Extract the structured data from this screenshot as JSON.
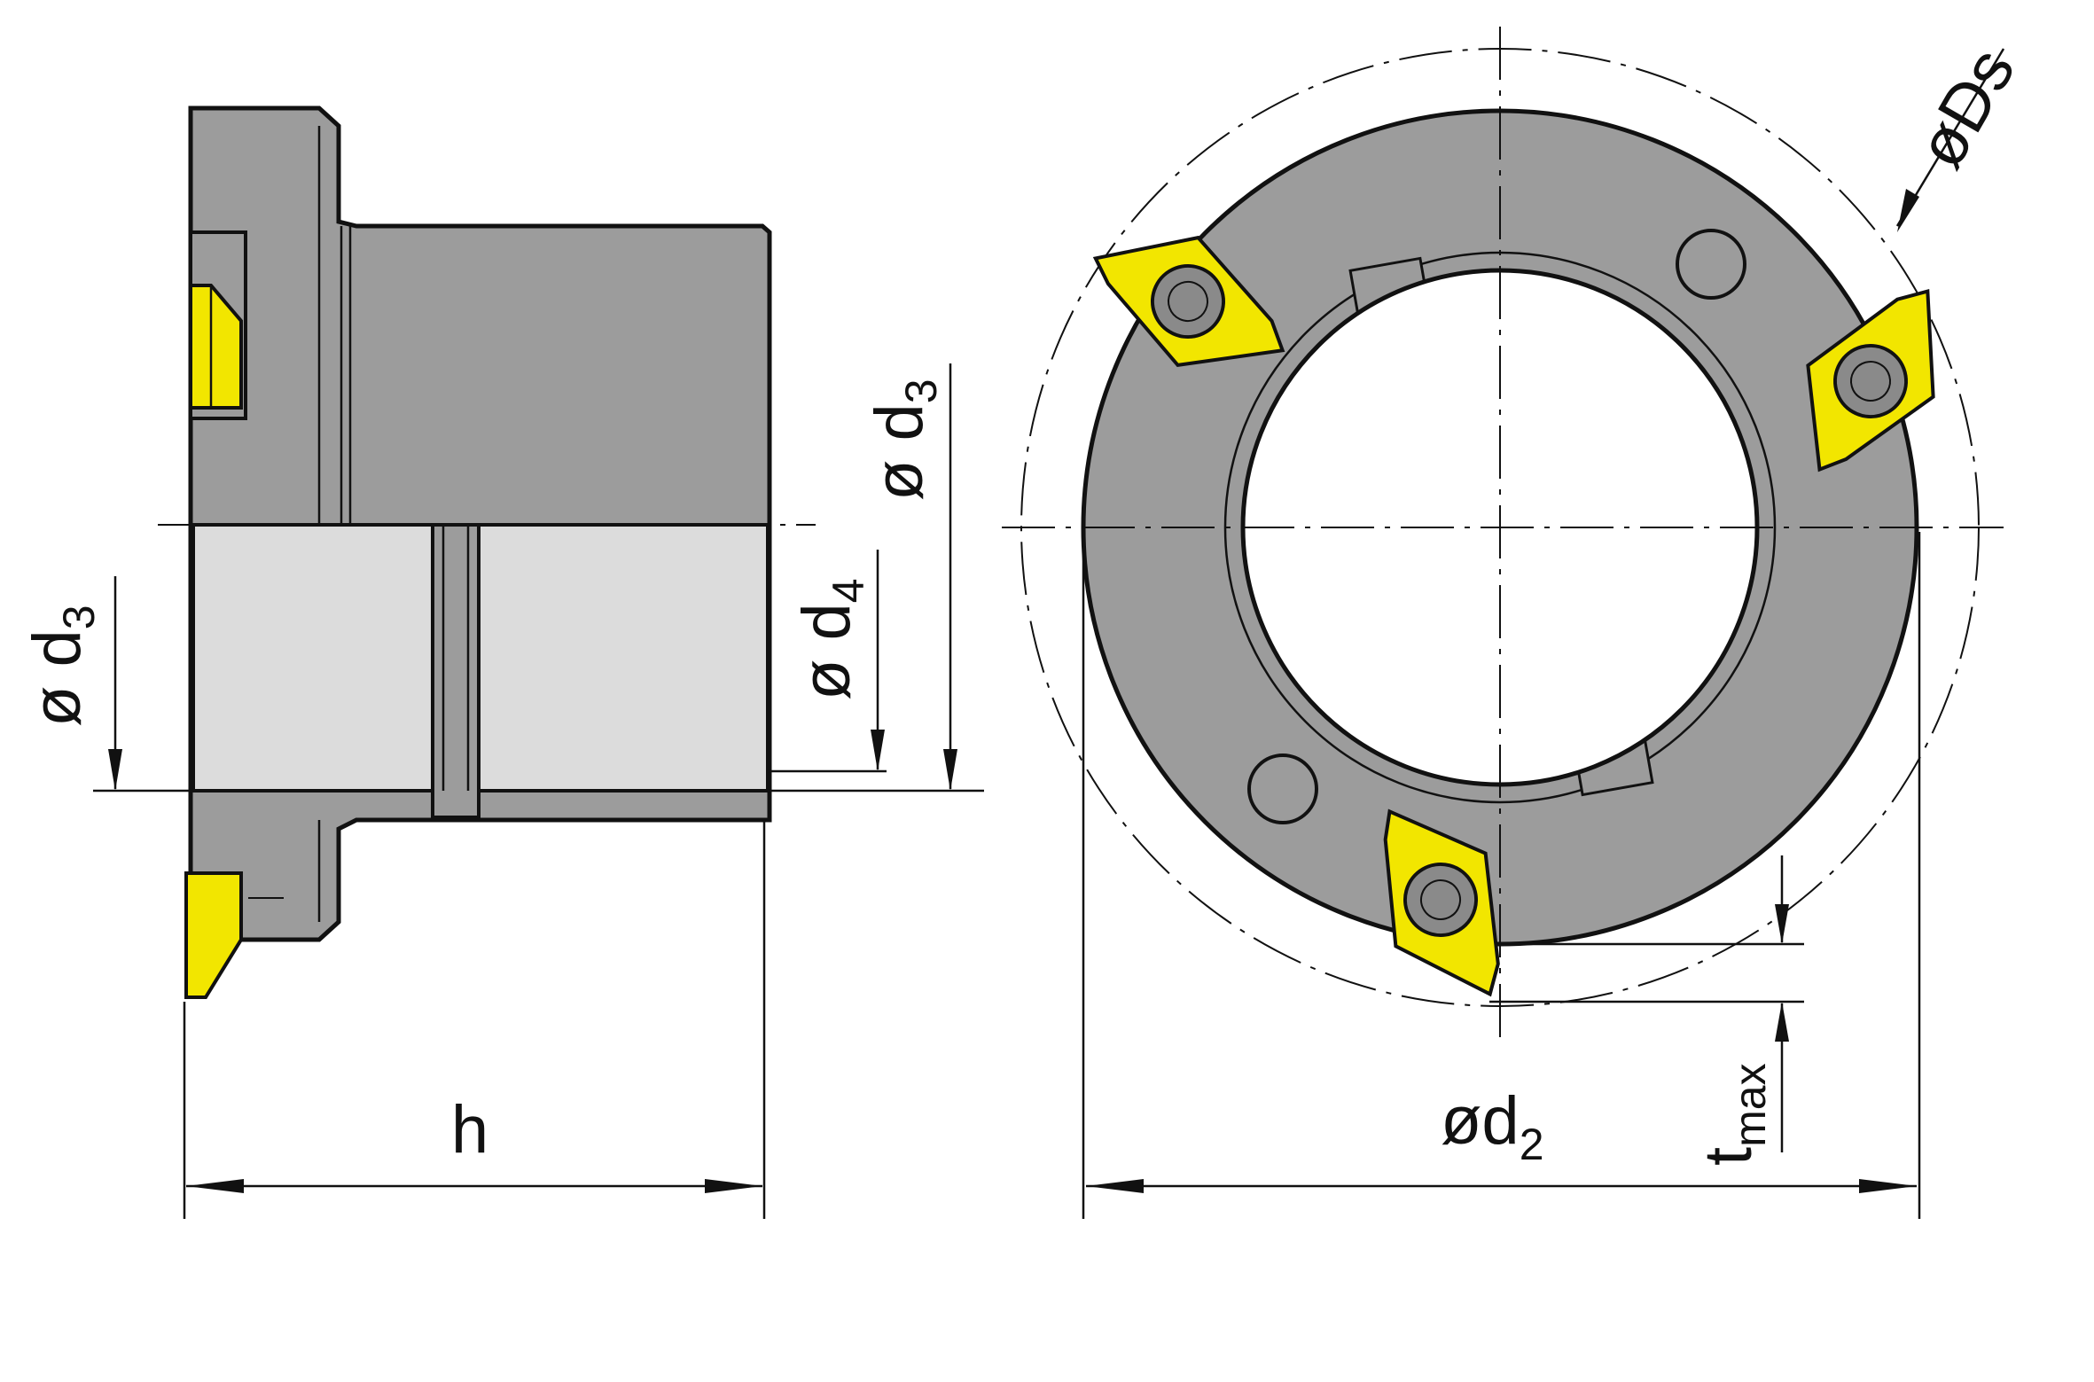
{
  "labels": {
    "d3_left": {
      "sym": "ø d",
      "sub": "3"
    },
    "d4": {
      "sym": "ø d",
      "sub": "4"
    },
    "d3_right": {
      "sym": "ø d",
      "sub": "3"
    },
    "h": "h",
    "Ds": "øDs",
    "d2": {
      "sym": "ød",
      "sub": "2"
    },
    "tmax": {
      "sym": "t",
      "sub": "max"
    }
  },
  "colors": {
    "body": "#9c9c9c",
    "bore": "#dcdcdc",
    "insert": "#f2e600",
    "screw": "#8a8a8a",
    "line": "#111111"
  },
  "icons": {
    "screw": "torx-screw-icon",
    "insert": "diamond-insert-icon"
  }
}
